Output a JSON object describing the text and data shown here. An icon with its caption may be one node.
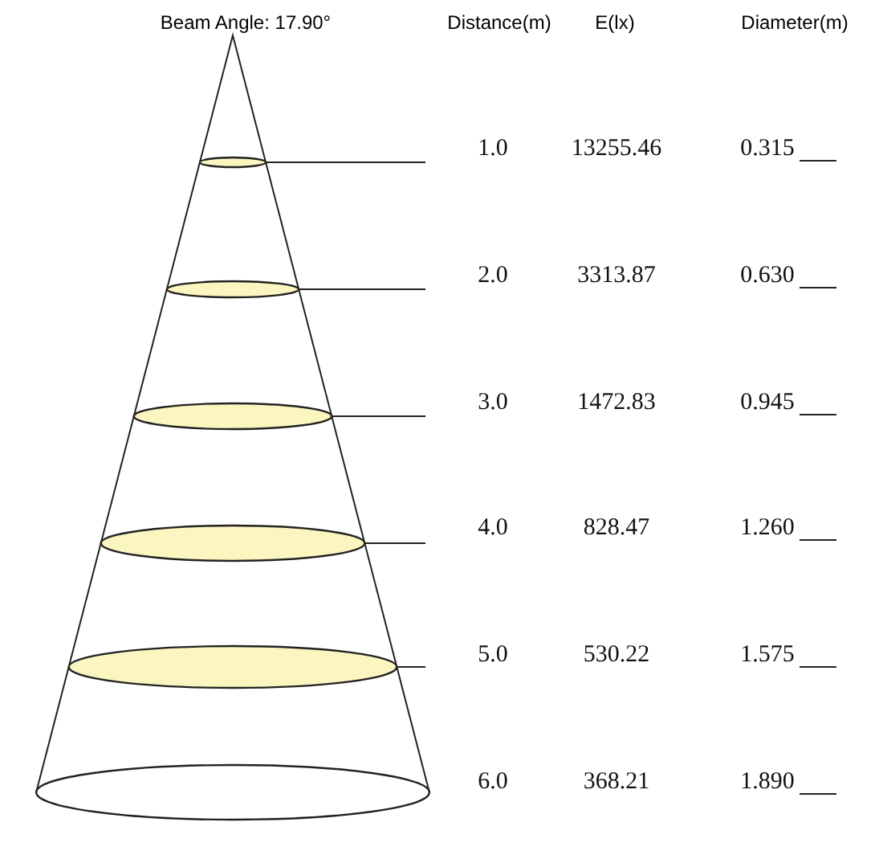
{
  "diagram": {
    "title": "Beam Angle: 17.90°",
    "labels": [
      "Distance(m)",
      "E(lx)",
      "Diameter(m)",
      "1.0",
      "13255.46",
      "0.315",
      "2.0",
      "3313.87",
      "0.630",
      "3.0",
      "1472.83",
      "0.945",
      "4.0",
      "828.47",
      "1.260",
      "5.0",
      "530.22",
      "1.575",
      "6.0",
      "368.21",
      "1.890"
    ]
  }
}
